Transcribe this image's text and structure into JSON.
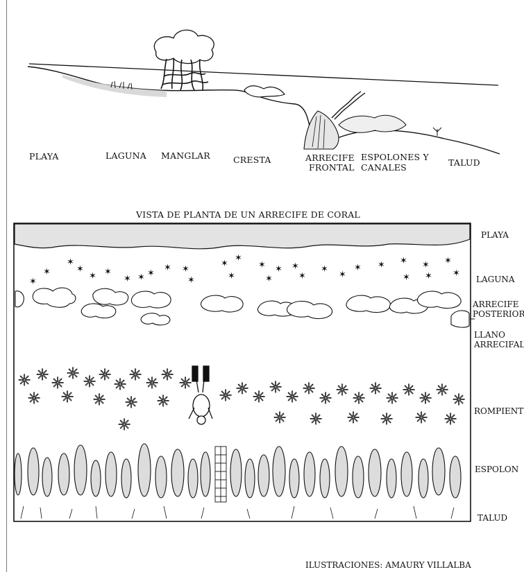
{
  "profile": {
    "labels": [
      "PLAYA",
      "LAGUNA",
      "MANGLAR",
      "CRESTA",
      "ARRECIFE",
      "FRONTAL",
      "ESPOLONES Y",
      "CANALES",
      "TALUD"
    ]
  },
  "plan": {
    "title": "VISTA DE PLANTA DE UN ARRECIFE DE CORAL",
    "zones": [
      "PLAYA",
      "LAGUNA",
      "ARRECIFE",
      "POSTERIOR",
      "LLANO",
      "ARRECIFAL",
      "ROMPIENTE",
      "ESPOLON",
      "TALUD"
    ]
  },
  "credit": "ILUSTRACIONES: AMAURY VILLALBA"
}
